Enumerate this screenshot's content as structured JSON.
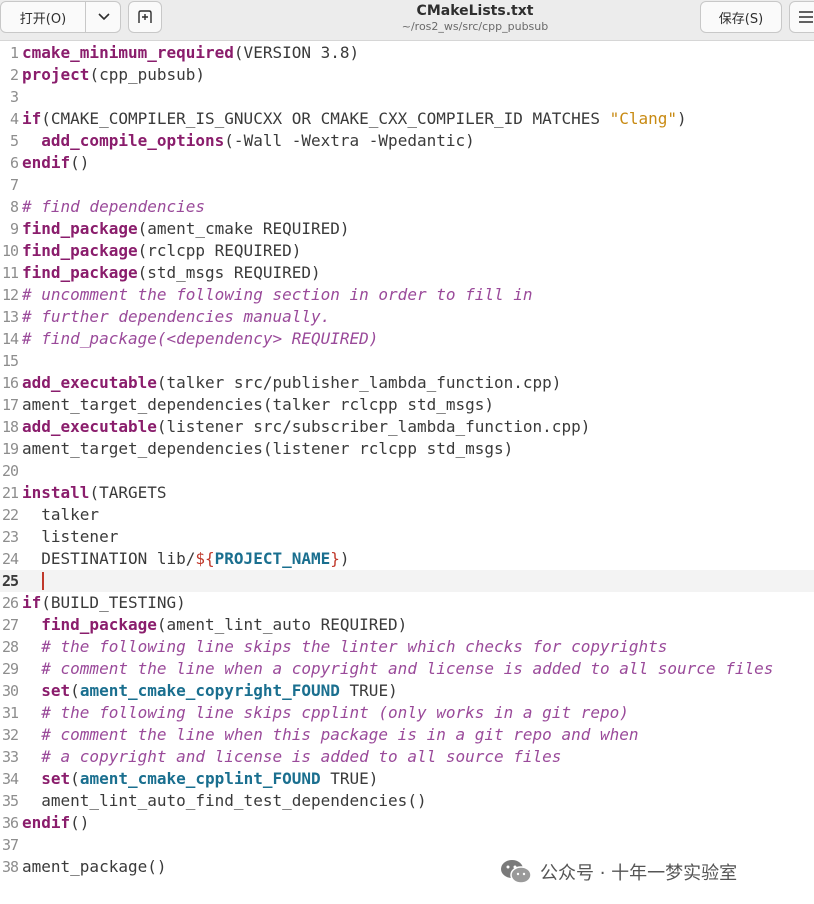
{
  "header": {
    "open_label": "打开(O)",
    "save_label": "保存(S)",
    "title": "CMakeLists.txt",
    "subtitle": "~/ros2_ws/src/cpp_pubsub"
  },
  "editor": {
    "current_line": "25",
    "lines": [
      {
        "n": "1",
        "t": "cmake_minimum_required(VERSION 3.8)"
      },
      {
        "n": "2",
        "t": "project(cpp_pubsub)"
      },
      {
        "n": "3",
        "t": ""
      },
      {
        "n": "4",
        "t": "if(CMAKE_COMPILER_IS_GNUCXX OR CMAKE_CXX_COMPILER_ID MATCHES \"Clang\")"
      },
      {
        "n": "5",
        "t": "  add_compile_options(-Wall -Wextra -Wpedantic)"
      },
      {
        "n": "6",
        "t": "endif()"
      },
      {
        "n": "7",
        "t": ""
      },
      {
        "n": "8",
        "t": "# find dependencies"
      },
      {
        "n": "9",
        "t": "find_package(ament_cmake REQUIRED)"
      },
      {
        "n": "10",
        "t": "find_package(rclcpp REQUIRED)"
      },
      {
        "n": "11",
        "t": "find_package(std_msgs REQUIRED)"
      },
      {
        "n": "12",
        "t": "# uncomment the following section in order to fill in"
      },
      {
        "n": "13",
        "t": "# further dependencies manually."
      },
      {
        "n": "14",
        "t": "# find_package(<dependency> REQUIRED)"
      },
      {
        "n": "15",
        "t": ""
      },
      {
        "n": "16",
        "t": "add_executable(talker src/publisher_lambda_function.cpp)"
      },
      {
        "n": "17",
        "t": "ament_target_dependencies(talker rclcpp std_msgs)"
      },
      {
        "n": "18",
        "t": "add_executable(listener src/subscriber_lambda_function.cpp)"
      },
      {
        "n": "19",
        "t": "ament_target_dependencies(listener rclcpp std_msgs)"
      },
      {
        "n": "20",
        "t": ""
      },
      {
        "n": "21",
        "t": "install(TARGETS"
      },
      {
        "n": "22",
        "t": "  talker"
      },
      {
        "n": "23",
        "t": "  listener"
      },
      {
        "n": "24",
        "t": "  DESTINATION lib/${PROJECT_NAME})"
      },
      {
        "n": "25",
        "t": ""
      },
      {
        "n": "26",
        "t": "if(BUILD_TESTING)"
      },
      {
        "n": "27",
        "t": "  find_package(ament_lint_auto REQUIRED)"
      },
      {
        "n": "28",
        "t": "  # the following line skips the linter which checks for copyrights"
      },
      {
        "n": "29",
        "t": "  # comment the line when a copyright and license is added to all source files"
      },
      {
        "n": "30",
        "t": "  set(ament_cmake_copyright_FOUND TRUE)"
      },
      {
        "n": "31",
        "t": "  # the following line skips cpplint (only works in a git repo)"
      },
      {
        "n": "32",
        "t": "  # comment the line when this package is in a git repo and when"
      },
      {
        "n": "33",
        "t": "  # a copyright and license is added to all source files"
      },
      {
        "n": "34",
        "t": "  set(ament_cmake_cpplint_FOUND TRUE)"
      },
      {
        "n": "35",
        "t": "  ament_lint_auto_find_test_dependencies()"
      },
      {
        "n": "36",
        "t": "endif()"
      },
      {
        "n": "37",
        "t": ""
      },
      {
        "n": "38",
        "t": "ament_package()"
      }
    ]
  },
  "watermark": {
    "text": "公众号 · 十年一梦实验室",
    "icon": "wechat-icon"
  }
}
